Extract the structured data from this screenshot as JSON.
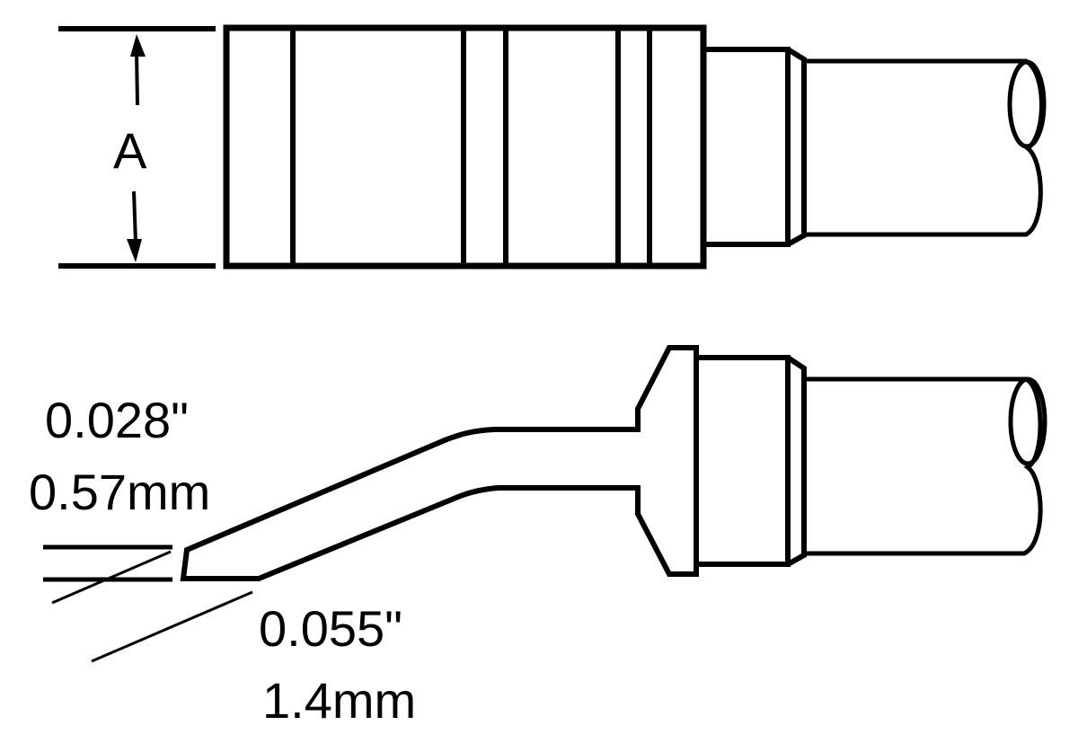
{
  "diagram": {
    "type": "soldering-tip-technical-drawing",
    "top_view": {
      "dimension_label": "A"
    },
    "side_view": {
      "tip_thickness": {
        "inches": "0.028\"",
        "millimeters": "0.57mm"
      },
      "tip_width": {
        "inches": "0.055\"",
        "millimeters": "1.4mm"
      }
    },
    "colors": {
      "stroke": "#000000",
      "background": "#ffffff"
    }
  }
}
